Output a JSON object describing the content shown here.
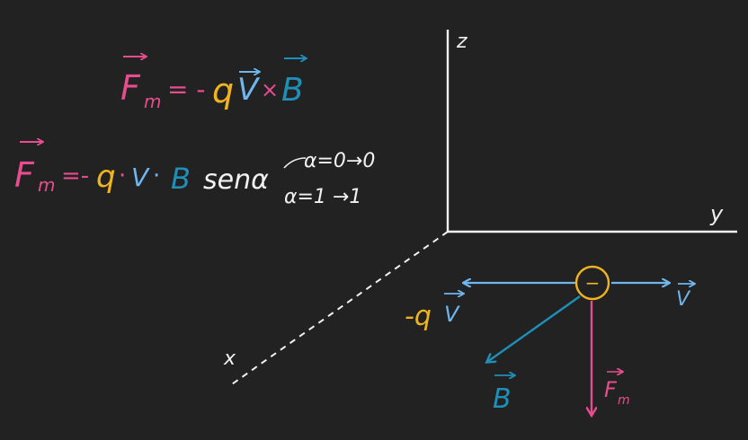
{
  "colors": {
    "background": "#222222",
    "pink": "#e64d8f",
    "yellow": "#f0b41e",
    "light_blue": "#6fb6ee",
    "teal": "#1f8fb8",
    "white": "#f2f2f2"
  },
  "formula_vector": {
    "force": "F",
    "force_sub": "m",
    "eq_minus": "= -",
    "charge": "q",
    "velocity": "V",
    "cross": "×",
    "field": "B"
  },
  "formula_scalar": {
    "force": "F",
    "force_sub": "m",
    "eq_minus": "=-",
    "charge": "q",
    "dot1": "·",
    "velocity": "V",
    "dot2": "·",
    "field": "B",
    "sin": "senα"
  },
  "notes": {
    "alpha_zero": "α=0→0",
    "alpha_one": "α=1 →1"
  },
  "axes": {
    "z": "z",
    "y": "y",
    "x": "x"
  },
  "vectors": {
    "minus_qv_minus_q": "-q",
    "minus_qv_v": "V",
    "v": "V",
    "b": "B",
    "fm": "F",
    "fm_sub": "m",
    "charge_sign": "−"
  }
}
